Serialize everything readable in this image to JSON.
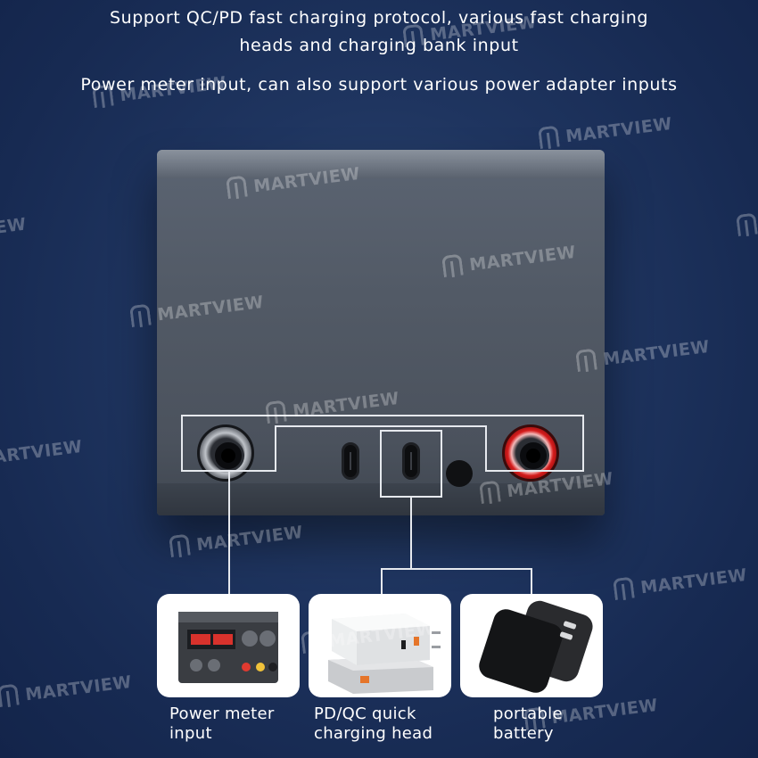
{
  "headlines": {
    "line1": "Support QC/PD fast charging protocol, various fast charging",
    "line2": "heads and charging bank input",
    "line3": "Power meter input, can also support various power adapter inputs"
  },
  "watermark": "MARTVIEW",
  "inputs": [
    {
      "caption_1": "Power meter",
      "caption_2": "input",
      "icon": "power-supply-meter"
    },
    {
      "caption_1": "PD/QC quick",
      "caption_2": "charging head",
      "icon": "usb-charger"
    },
    {
      "caption_1": "portable",
      "caption_2": "battery",
      "icon": "power-bank"
    }
  ],
  "colors": {
    "background": "#1b2f58",
    "device": "#555d69",
    "jack_negative": "#bfc3c9",
    "jack_positive": "#d51c1c"
  }
}
